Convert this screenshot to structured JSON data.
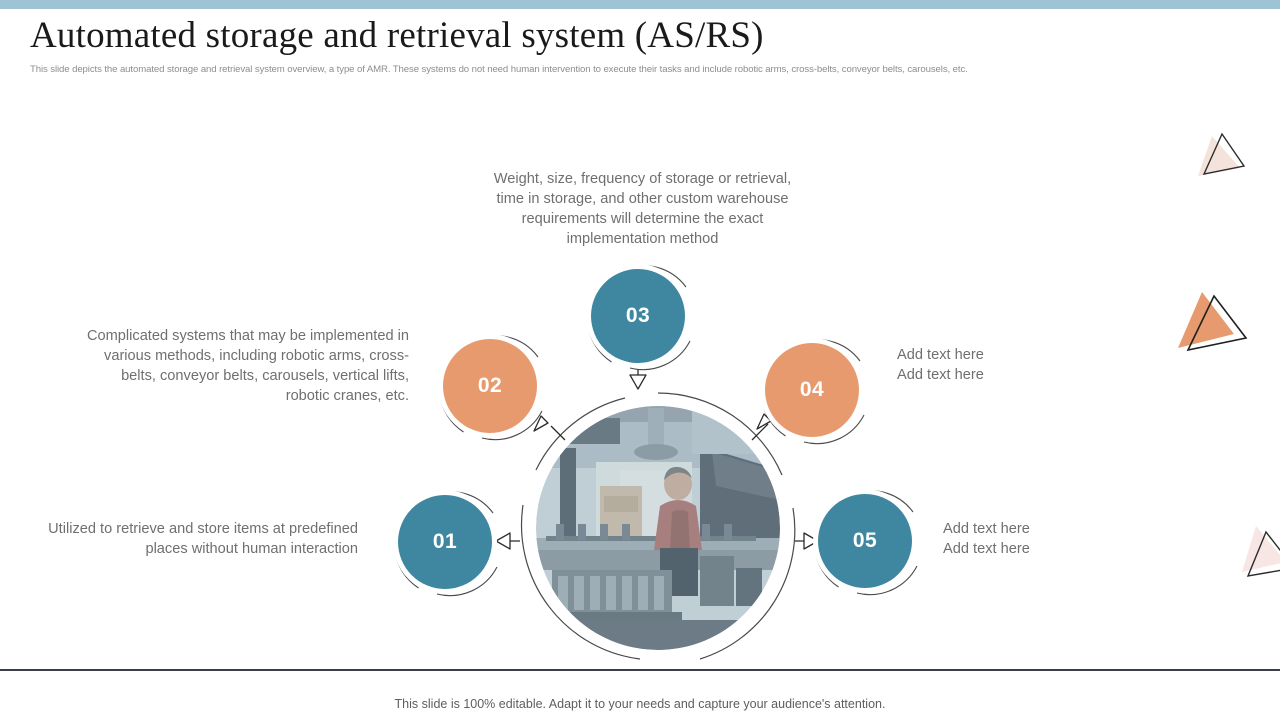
{
  "slide": {
    "title": "Automated storage and retrieval system (AS/RS)",
    "subtitle": "This slide depicts the automated storage and retrieval system overview, a type of AMR.  These systems do not need human intervention to execute their tasks and include robotic arms, cross-belts, conveyor belts, carousels, etc.",
    "footer": "This slide is 100% editable. Adapt it to your needs and capture your audience's attention."
  },
  "colors": {
    "top_bar": "#9dc3d4",
    "teal": "#3f87a1",
    "orange": "#e79a6e",
    "text_gray": "#6f6f6f",
    "title_black": "#1a1a1a",
    "divider": "#3a3f45"
  },
  "nodes": [
    {
      "id": "01",
      "number": "01",
      "color": "teal",
      "text": "Utilized to retrieve and store items at predefined places without human interaction"
    },
    {
      "id": "02",
      "number": "02",
      "color": "orange",
      "text": "Complicated systems that may be implemented in various methods, including robotic arms, cross-belts, conveyor belts, carousels, vertical lifts, robotic cranes, etc."
    },
    {
      "id": "03",
      "number": "03",
      "color": "teal",
      "text": "Weight, size, frequency of storage or retrieval, time in storage, and other custom warehouse requirements will determine the exact implementation method"
    },
    {
      "id": "04",
      "number": "04",
      "color": "orange",
      "text": "Add text here\nAdd text here"
    },
    {
      "id": "05",
      "number": "05",
      "color": "teal",
      "text": "Add text here\nAdd text here"
    }
  ],
  "center_image": {
    "alt": "warehouse-worker-photo",
    "description": "Factory worker operating machinery in an industrial warehouse"
  },
  "decorations": [
    {
      "name": "triangle-top-right",
      "style": "outline-with-peach-fill"
    },
    {
      "name": "triangle-middle-right",
      "style": "outline-with-orange-fill"
    },
    {
      "name": "triangle-bottom-right",
      "style": "outline-with-pink-fill"
    }
  ]
}
